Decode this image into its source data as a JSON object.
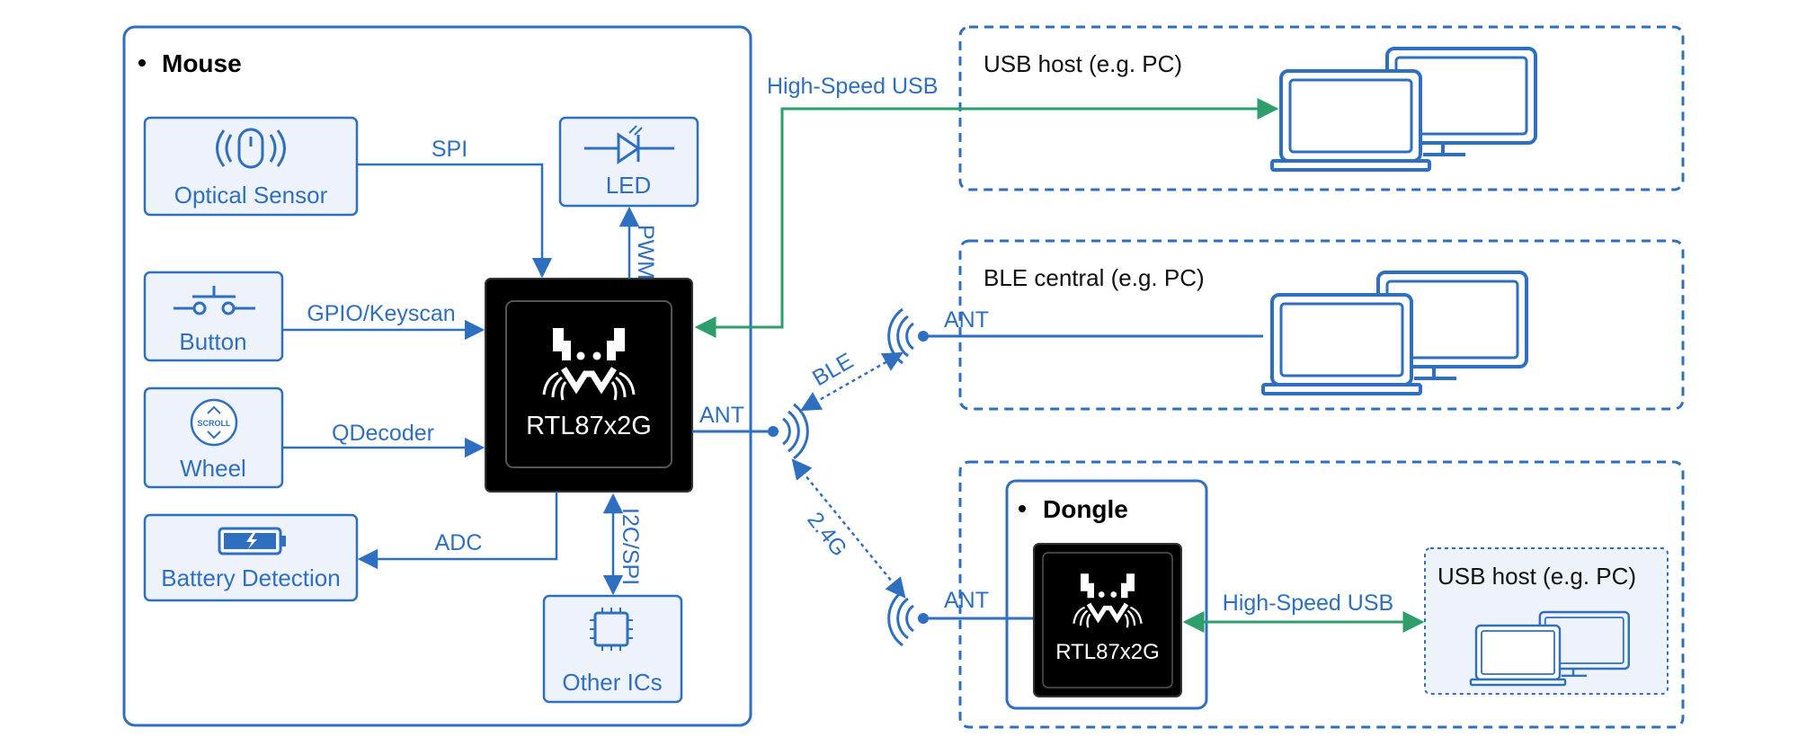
{
  "colors": {
    "blue": "#2f6fbf",
    "box_fill": "#eef3fb",
    "green": "#2e9e6a",
    "chip": "#000000"
  },
  "mouse": {
    "title": "Mouse",
    "chip_label": "RTL87x2G",
    "ant_label": "ANT",
    "blocks": {
      "optical_sensor": "Optical Sensor",
      "led": "LED",
      "button": "Button",
      "wheel": "Wheel",
      "wheel_icon_text": "SCROLL",
      "battery": "Battery Detection",
      "other_ics": "Other ICs"
    },
    "links": {
      "spi": "SPI",
      "pwm": "PWM",
      "gpio": "GPIO/Keyscan",
      "qdecoder": "QDecoder",
      "adc": "ADC",
      "i2c_spi": "I2C/SPI"
    }
  },
  "usb_link": {
    "label": "High-Speed USB"
  },
  "usb_host": {
    "label": "USB host (e.g. PC)"
  },
  "ble_central": {
    "label": "BLE central (e.g. PC)",
    "ant_label": "ANT"
  },
  "wireless": {
    "ble": "BLE",
    "g24": "2.4G"
  },
  "dongle": {
    "title": "Dongle",
    "chip_label": "RTL87x2G",
    "ant_label": "ANT",
    "usb_label": "High-Speed USB",
    "host_label": "USB host (e.g. PC)"
  }
}
